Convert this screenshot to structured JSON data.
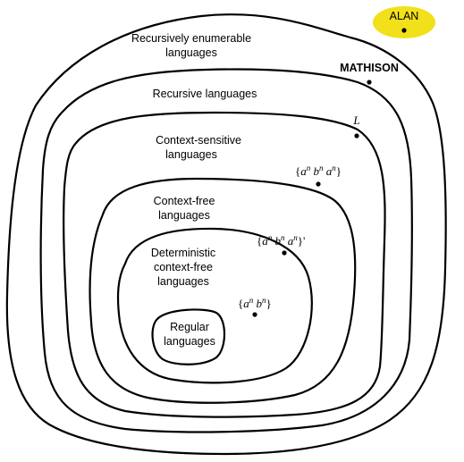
{
  "highlight_color": "#f2e01a",
  "regions": {
    "recursively_enumerable": [
      "Recursively enumerable",
      "languages"
    ],
    "recursive": [
      "Recursive languages"
    ],
    "context_sensitive": [
      "Context-sensitive",
      "languages"
    ],
    "context_free": [
      "Context-free",
      "languages"
    ],
    "deterministic_cf": [
      "Deterministic",
      "context-free",
      "languages"
    ],
    "regular": [
      "Regular",
      "languages"
    ]
  },
  "points": {
    "alan": "ALAN",
    "mathison": "MATHISON",
    "L": "L",
    "anbnan": {
      "open": "{",
      "a": "a",
      "b": "b",
      "n": "n",
      "close": "}"
    },
    "anbnan_complement": {
      "open": "{",
      "a": "a",
      "b": "b",
      "n": "n",
      "close": "}'"
    },
    "anbn": {
      "open": "{",
      "a": "a",
      "b": "b",
      "n": "n",
      "close": "}"
    }
  }
}
